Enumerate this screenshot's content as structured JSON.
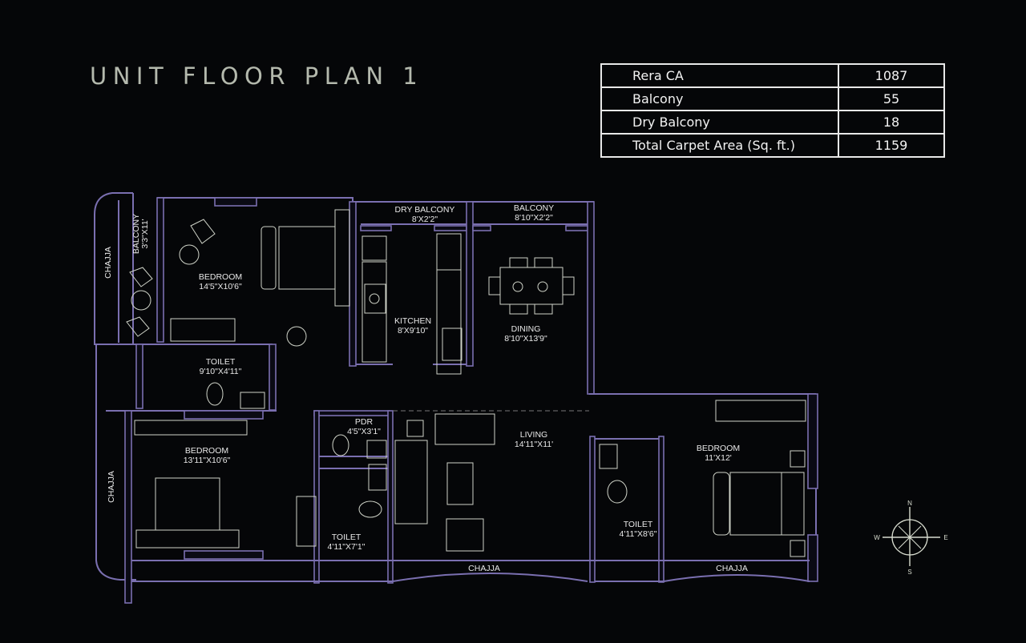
{
  "header": {
    "title": "UNIT FLOOR PLAN 1"
  },
  "area_table": {
    "rows": [
      {
        "label": "Rera CA",
        "value": "1087"
      },
      {
        "label": "Balcony",
        "value": "55"
      },
      {
        "label": "Dry Balcony",
        "value": "18"
      },
      {
        "label": "Total Carpet Area (Sq. ft.)",
        "value": "1159"
      }
    ]
  },
  "rooms": {
    "balcony_small": {
      "name": "BALCONY",
      "dims": "3'3\"X11'"
    },
    "bedroom_1": {
      "name": "BEDROOM",
      "dims": "14'5\"X10'6\""
    },
    "toilet_1": {
      "name": "TOILET",
      "dims": "9'10\"X4'11\""
    },
    "dry_balcony": {
      "name": "DRY BALCONY",
      "dims": "8'X2'2\""
    },
    "balcony": {
      "name": "BALCONY",
      "dims": "8'10\"X2'2\""
    },
    "kitchen": {
      "name": "KITCHEN",
      "dims": "8'X9'10\""
    },
    "dining": {
      "name": "DINING",
      "dims": "8'10\"X13'9\""
    },
    "bedroom_2": {
      "name": "BEDROOM",
      "dims": "13'11\"X10'6\""
    },
    "pdr": {
      "name": "PDR",
      "dims": "4'5\"X3'1\""
    },
    "living": {
      "name": "LIVING",
      "dims": "14'11\"X11'"
    },
    "toilet_2": {
      "name": "TOILET",
      "dims": "4'11\"X7'1\""
    },
    "bedroom_3": {
      "name": "BEDROOM",
      "dims": "11'X12'"
    },
    "toilet_3": {
      "name": "TOILET",
      "dims": "4'11\"X8'6\""
    }
  },
  "chajja_labels": [
    "CHAJJA",
    "CHAJJA",
    "CHAJJA",
    "CHAJJA"
  ],
  "compass": {
    "n": "N",
    "s": "S",
    "e": "E",
    "w": "W"
  },
  "colors": {
    "wall": "#7a6fb0",
    "furniture": "#cfd3c8",
    "background": "#050608",
    "title": "#b4b9ad"
  }
}
